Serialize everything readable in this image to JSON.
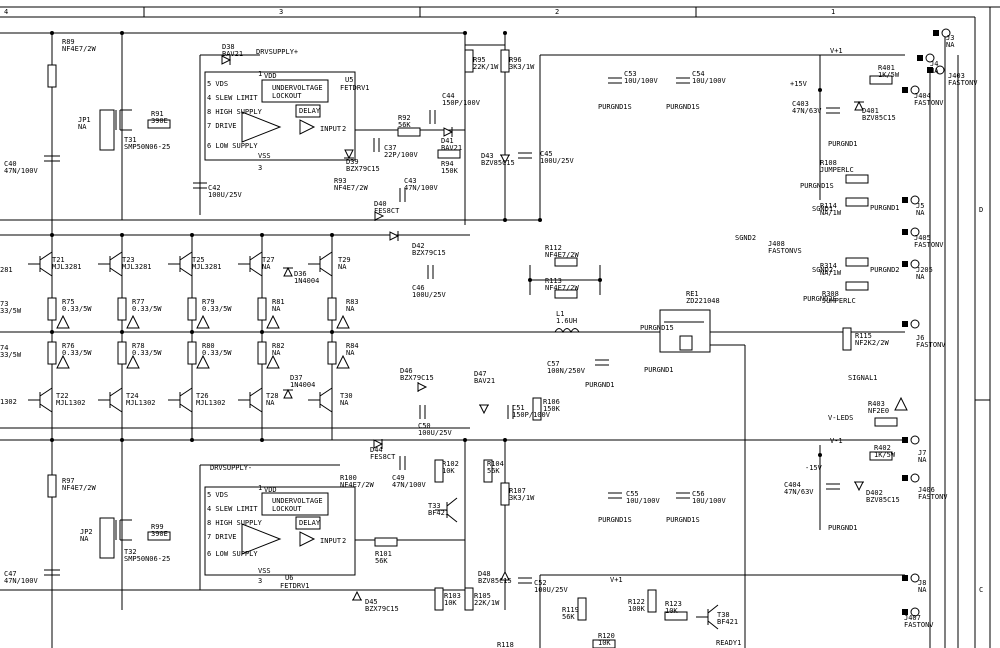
{
  "border": {
    "columns": [
      "4",
      "3",
      "2",
      "1"
    ],
    "rows": [
      "D",
      "C"
    ]
  },
  "nets": {
    "drv_plus": "DRVSUPPLY+",
    "drv_minus": "DRVSUPPLY-",
    "vplus1": "V+1",
    "vminus1": "V-1",
    "v_leds": "V-LEDS",
    "p15": "+15V",
    "m15": "-15V",
    "sgnd1": "SGND1",
    "sgnd2": "SGND2",
    "signal1": "SIGNAL1",
    "ready1": "READY1",
    "pwr_top": "V+1",
    "purgnd15": "PURGND15",
    "purgnd2s": "PURGND2S"
  },
  "driver_ic": {
    "pins": [
      "5 VDS",
      "4 SLEW LIMIT",
      "8 HIGH SUPPLY",
      "7 DRIVE",
      "6 LOW SUPPLY"
    ],
    "vdd": "VDD",
    "vss": "VSS",
    "uvlo_1": "UNDERVOLTAGE",
    "uvlo_2": "LOCKOUT",
    "delay": "DELAY",
    "input": "INPUT",
    "pin1": "1",
    "pin2": "2",
    "pin3": "3"
  },
  "top_driver": {
    "ref": "U5",
    "value": "FETDRV1"
  },
  "bottom_driver": {
    "ref": "U6",
    "value": "FETDRV1"
  },
  "labels": [
    [
      "R89",
      "NF4E7/2W"
    ],
    [
      "JP1",
      "NA"
    ],
    [
      "R91",
      "390E"
    ],
    [
      "T31",
      "SMP50N06-25"
    ],
    [
      "C40",
      "47N/100V"
    ],
    [
      "D38",
      "BAV21"
    ],
    [
      "C42",
      "100U/25V"
    ],
    [
      "R92",
      "56K"
    ],
    [
      "C44",
      "150P/100V"
    ],
    [
      "D41",
      "BAV21"
    ],
    [
      "C37",
      "22P/100V"
    ],
    [
      "R94",
      "150K"
    ],
    [
      "D39",
      "BZX79C15"
    ],
    [
      "R93",
      "NF4E7/2W"
    ],
    [
      "C43",
      "47N/100V"
    ],
    [
      "D40",
      "FES8CT"
    ],
    [
      "R95",
      "22K/1W"
    ],
    [
      "R96",
      "3K3/1W"
    ],
    [
      "D43",
      "BZV85C15"
    ],
    [
      "C45",
      "100U/25V"
    ],
    [
      "C53",
      "10U/100V"
    ],
    [
      "C54",
      "10U/100V"
    ],
    [
      "PURGND1S",
      ""
    ],
    [
      "PURGND1S",
      ""
    ],
    [
      "T21",
      "MJL3281"
    ],
    [
      "T23",
      "MJL3281"
    ],
    [
      "T25",
      "MJL3281"
    ],
    [
      "T27",
      "NA"
    ],
    [
      "T29",
      "NA"
    ],
    [
      "D36",
      "1N4004"
    ],
    [
      "D42",
      "BZX79C15"
    ],
    [
      "C46",
      "100U/25V"
    ],
    [
      "R75",
      "0.33/5W"
    ],
    [
      "R77",
      "0.33/5W"
    ],
    [
      "R79",
      "0.33/5W"
    ],
    [
      "R81",
      "NA"
    ],
    [
      "R83",
      "NA"
    ],
    [
      "R76",
      "0.33/5W"
    ],
    [
      "R78",
      "0.33/5W"
    ],
    [
      "R80",
      "0.33/5W"
    ],
    [
      "R82",
      "NA"
    ],
    [
      "R84",
      "NA"
    ],
    [
      "T22",
      "MJL1302"
    ],
    [
      "T24",
      "MJL1302"
    ],
    [
      "T26",
      "MJL1302"
    ],
    [
      "T28",
      "NA"
    ],
    [
      "T30",
      "NA"
    ],
    [
      "D37",
      "1N4004"
    ],
    [
      "R112",
      "NF4E7/2W"
    ],
    [
      "R113",
      "NF4E7/2W"
    ],
    [
      "L1",
      "1.6UH"
    ],
    [
      "C57",
      "100N/250V"
    ],
    [
      "PURGND1",
      ""
    ],
    [
      "RE1",
      "ZD221048"
    ],
    [
      "PURGND1",
      ""
    ],
    [
      "D46",
      "BZX79C15"
    ],
    [
      "D47",
      "BAV21"
    ],
    [
      "C50",
      "100U/25V"
    ],
    [
      "C51",
      "150P/100V"
    ],
    [
      "R106",
      "150K"
    ],
    [
      "D44",
      "FES8CT"
    ],
    [
      "R100",
      "NF4E7/2W"
    ],
    [
      "C49",
      "47N/100V"
    ],
    [
      "R102",
      "10K"
    ],
    [
      "R104",
      "56K"
    ],
    [
      "T33",
      "BF421"
    ],
    [
      "R107",
      "3K3/1W"
    ],
    [
      "R97",
      "NF4E7/2W"
    ],
    [
      "JP2",
      "NA"
    ],
    [
      "R99",
      "390E"
    ],
    [
      "T32",
      "SMP50N06-25"
    ],
    [
      "C47",
      "47N/100V"
    ],
    [
      "R101",
      "56K"
    ],
    [
      "D45",
      "BZX79C15"
    ],
    [
      "D48",
      "BZV85C15"
    ],
    [
      "C52",
      "100U/25V"
    ],
    [
      "R103",
      "10K"
    ],
    [
      "R105",
      "22K/1W"
    ],
    [
      "C55",
      "10U/100V"
    ],
    [
      "C56",
      "10U/100V"
    ],
    [
      "PURGND1S",
      ""
    ],
    [
      "PURGND1S",
      ""
    ],
    [
      "R119",
      "56K"
    ],
    [
      "R122",
      "100K"
    ],
    [
      "R123",
      "10K"
    ],
    [
      "T38",
      "BF421"
    ],
    [
      "R120",
      "10K"
    ],
    [
      "R118",
      ""
    ],
    [
      "R401",
      "1K/5W"
    ],
    [
      "C403",
      "47N/63V"
    ],
    [
      "D401",
      "BZV85C15"
    ],
    [
      "PURGND1",
      ""
    ],
    [
      "R108",
      "JUMPERLC"
    ],
    [
      "PURGND1S",
      ""
    ],
    [
      "R114",
      "NA/1W"
    ],
    [
      "PURGND1",
      ""
    ],
    [
      "J408",
      "FASTONVS"
    ],
    [
      "R314",
      "NA/1W"
    ],
    [
      "PURGND2",
      ""
    ],
    [
      "R308",
      "JUMPERLC"
    ],
    [
      "R115",
      "NF2K2/2W"
    ],
    [
      "R403",
      "NF2E0"
    ],
    [
      "R402",
      "1K/5W"
    ],
    [
      "C404",
      "47N/63V"
    ],
    [
      "D402",
      "BZV85C15"
    ],
    [
      "PURGND1",
      ""
    ],
    [
      "281",
      ""
    ],
    [
      "1302",
      ""
    ],
    [
      "73",
      "33/5W"
    ],
    [
      "74",
      "33/5W"
    ]
  ],
  "connectors": [
    [
      "J3",
      "NA"
    ],
    [
      "J4",
      "NA"
    ],
    [
      "J403",
      "FASTONV"
    ],
    [
      "J404",
      "FASTONV"
    ],
    [
      "J5",
      "NA"
    ],
    [
      "J405",
      "FASTONV"
    ],
    [
      "J205",
      "NA"
    ],
    [
      "J6",
      "FASTONV"
    ],
    [
      "J7",
      "NA"
    ],
    [
      "J406",
      "FASTONV"
    ],
    [
      "J8",
      "NA"
    ],
    [
      "J407",
      "FASTONV"
    ]
  ]
}
